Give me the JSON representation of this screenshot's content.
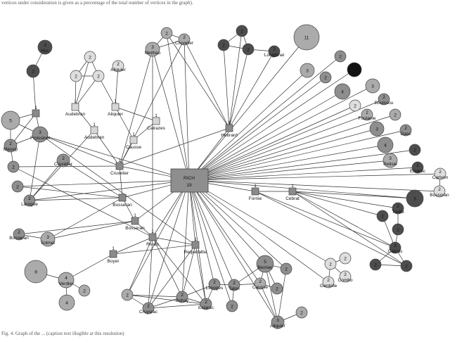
{
  "caption_top": "vertices under consideration is given as a percentage of the total number of vertices in the graph).",
  "caption_bottom": "Fig. 4. Graph of the ... (caption text illegible at this resolution)",
  "colors": {
    "dark": "#4d4d4d",
    "black": "#111111",
    "mid": "#8e8e8e",
    "light": "#ababab",
    "pale": "#dedede",
    "square": "#8a8a8a",
    "pale_square": "#d6d6d6"
  },
  "nodes": [
    {
      "id": "rich",
      "shape": "rect",
      "n": "19",
      "label": "RICH",
      "shade": "mid"
    },
    {
      "id": "huc",
      "shape": "circle",
      "n": "3",
      "label": "Huc",
      "shade": "dark"
    },
    {
      "id": "c2a",
      "shape": "circle",
      "n": "2",
      "label": "",
      "shade": "dark"
    },
    {
      "id": "s1a",
      "shape": "square",
      "n": "1",
      "label": "",
      "shade": "square"
    },
    {
      "id": "c5",
      "shape": "circle",
      "n": "5",
      "label": "",
      "shade": "light"
    },
    {
      "id": "frois",
      "shape": "circle",
      "n": "3",
      "label": "Froissinel",
      "shade": "mid"
    },
    {
      "id": "massip",
      "shape": "circle",
      "n": "2",
      "label": "Massip",
      "shade": "mid"
    },
    {
      "id": "c2b",
      "shape": "circle",
      "n": "2",
      "label": "",
      "shade": "mid"
    },
    {
      "id": "cruv1",
      "shape": "circle",
      "n": "2",
      "label": "Cruvelier",
      "shade": "mid"
    },
    {
      "id": "c2c",
      "shape": "circle",
      "n": "2",
      "label": "",
      "shade": "mid"
    },
    {
      "id": "larogue",
      "shape": "circle",
      "n": "2",
      "label": "Larogue",
      "shade": "mid"
    },
    {
      "id": "p1",
      "shape": "circle",
      "n": "2",
      "label": "",
      "shade": "pale"
    },
    {
      "id": "p2",
      "shape": "circle",
      "n": "2",
      "label": "",
      "shade": "pale"
    },
    {
      "id": "p3",
      "shape": "circle",
      "n": "2",
      "label": "",
      "shade": "pale"
    },
    {
      "id": "aliqc",
      "shape": "circle",
      "n": "2",
      "label": "Aliquier",
      "shade": "pale"
    },
    {
      "id": "aude1",
      "shape": "square",
      "n": "1",
      "label": "Audebran",
      "shade": "pale_square"
    },
    {
      "id": "aliqs",
      "shape": "square",
      "n": "1",
      "label": "Aliquier",
      "shade": "pale_square"
    },
    {
      "id": "aude2",
      "shape": "square",
      "n": "1",
      "label": "Audebran",
      "shade": "pale_square"
    },
    {
      "id": "cairazes",
      "shape": "square",
      "n": "1",
      "label": "Cairazes",
      "shade": "pale_square"
    },
    {
      "id": "causses",
      "shape": "square",
      "n": "1",
      "label": "Causse",
      "shade": "pale_square"
    },
    {
      "id": "cruvs",
      "shape": "square",
      "n": "1",
      "label": "Cruvelier",
      "shade": "square"
    },
    {
      "id": "t2a",
      "shape": "circle",
      "n": "2",
      "label": "",
      "shade": "light"
    },
    {
      "id": "cruv2",
      "shape": "circle",
      "n": "2",
      "label": "Cruvelier",
      "shade": "light"
    },
    {
      "id": "meilhau",
      "shape": "circle",
      "n": "3",
      "label": "Meilhau",
      "shade": "light"
    },
    {
      "id": "d1",
      "shape": "circle",
      "n": "2",
      "label": "",
      "shade": "dark"
    },
    {
      "id": "d2",
      "shape": "circle",
      "n": "2",
      "label": "",
      "shade": "dark"
    },
    {
      "id": "d3",
      "shape": "circle",
      "n": "2",
      "label": "",
      "shade": "dark"
    },
    {
      "id": "longbinal",
      "shape": "circle",
      "n": "2",
      "label": "Longbinal",
      "shade": "dark"
    },
    {
      "id": "hebrard",
      "shape": "square",
      "n": "1",
      "label": "Hebrard",
      "shade": "square"
    },
    {
      "id": "c11",
      "shape": "circle",
      "n": "11",
      "label": "",
      "shade": "light"
    },
    {
      "id": "r1",
      "shape": "circle",
      "n": "2",
      "label": "",
      "shade": "mid"
    },
    {
      "id": "r2",
      "shape": "circle",
      "n": "3",
      "label": "",
      "shade": "light"
    },
    {
      "id": "r3",
      "shape": "circle",
      "n": "",
      "label": "",
      "shade": "black"
    },
    {
      "id": "r4",
      "shape": "circle",
      "n": "2",
      "label": "",
      "shade": "mid"
    },
    {
      "id": "r5",
      "shape": "circle",
      "n": "4",
      "label": "",
      "shade": "mid"
    },
    {
      "id": "r6",
      "shape": "circle",
      "n": "3",
      "label": "",
      "shade": "light"
    },
    {
      "id": "bouissou",
      "shape": "circle",
      "n": "2",
      "label": "Bouissou",
      "shade": "mid"
    },
    {
      "id": "r7",
      "shape": "circle",
      "n": "2",
      "label": "",
      "shade": "pale"
    },
    {
      "id": "foutanie",
      "shape": "circle",
      "n": "2",
      "label": "Foutanie",
      "shade": "light"
    },
    {
      "id": "r8",
      "shape": "circle",
      "n": "2",
      "label": "",
      "shade": "light"
    },
    {
      "id": "r9",
      "shape": "circle",
      "n": "3",
      "label": "",
      "shade": "mid"
    },
    {
      "id": "gasc",
      "shape": "circle",
      "n": "2",
      "label": "Gasc",
      "shade": "mid"
    },
    {
      "id": "r10",
      "shape": "circle",
      "n": "4",
      "label": "",
      "shade": "mid"
    },
    {
      "id": "r11",
      "shape": "circle",
      "n": "2",
      "label": "",
      "shade": "dark"
    },
    {
      "id": "relisie",
      "shape": "circle",
      "n": "3",
      "label": "Relisie",
      "shade": "light"
    },
    {
      "id": "estarac1",
      "shape": "circle",
      "n": "2",
      "label": "Estarac",
      "shade": "dark"
    },
    {
      "id": "carlvon",
      "shape": "circle",
      "n": "2",
      "label": "Carlvon",
      "shade": "pale"
    },
    {
      "id": "bossoran",
      "shape": "circle",
      "n": "2",
      "label": "Bossoran",
      "shade": "pale"
    },
    {
      "id": "fornie",
      "shape": "square",
      "n": "1",
      "label": "Fornie",
      "shade": "square"
    },
    {
      "id": "cebrat",
      "shape": "square",
      "n": "1",
      "label": "Cebrat",
      "shade": "square"
    },
    {
      "id": "k3",
      "shape": "circle",
      "n": "3",
      "label": "",
      "shade": "dark"
    },
    {
      "id": "treille",
      "shape": "circle",
      "n": "2",
      "label": "Treille",
      "shade": "dark"
    },
    {
      "id": "k1",
      "shape": "circle",
      "n": "2",
      "label": "",
      "shade": "dark"
    },
    {
      "id": "k2",
      "shape": "circle",
      "n": "2",
      "label": "",
      "shade": "dark"
    },
    {
      "id": "cabras",
      "shape": "circle",
      "n": "2",
      "label": "Cabras",
      "shade": "dark"
    },
    {
      "id": "k4",
      "shape": "circle",
      "n": "2",
      "label": "",
      "shade": "dark"
    },
    {
      "id": "k5",
      "shape": "circle",
      "n": "2",
      "label": "",
      "shade": "dark"
    },
    {
      "id": "g1",
      "shape": "circle",
      "n": "2",
      "label": "",
      "shade": "pale"
    },
    {
      "id": "g2",
      "shape": "circle",
      "n": "2",
      "label": "",
      "shade": "pale"
    },
    {
      "id": "combo",
      "shape": "circle",
      "n": "2",
      "label": "Combo",
      "shade": "pale"
    },
    {
      "id": "gardelle",
      "shape": "circle",
      "n": "2",
      "label": "Gardelle",
      "shade": "pale"
    },
    {
      "id": "boss1",
      "shape": "square",
      "n": "",
      "label": "Bosseran",
      "shade": "square"
    },
    {
      "id": "boss2",
      "shape": "square",
      "n": "1",
      "label": "Bosseran",
      "shade": "square"
    },
    {
      "id": "rivals",
      "shape": "square",
      "n": "1",
      "label": "Rivals",
      "shade": "square"
    },
    {
      "id": "requetalba",
      "shape": "square",
      "n": "1",
      "label": "Requetalba",
      "shade": "square"
    },
    {
      "id": "boyer",
      "shape": "square",
      "n": "1",
      "label": "Boyer",
      "shade": "square"
    },
    {
      "id": "bossc",
      "shape": "circle",
      "n": "2",
      "label": "Bosseran",
      "shade": "mid"
    },
    {
      "id": "solmet",
      "shape": "circle",
      "n": "3",
      "label": "Solmet",
      "shade": "light"
    },
    {
      "id": "c8",
      "shape": "circle",
      "n": "8",
      "label": "",
      "shade": "light"
    },
    {
      "id": "verdier",
      "shape": "circle",
      "n": "4",
      "label": "Verdier",
      "shade": "light"
    },
    {
      "id": "v2",
      "shape": "circle",
      "n": "2",
      "label": "",
      "shade": "light"
    },
    {
      "id": "v4",
      "shape": "circle",
      "n": "4",
      "label": "",
      "shade": "light"
    },
    {
      "id": "b1",
      "shape": "circle",
      "n": "2",
      "label": "",
      "shade": "light"
    },
    {
      "id": "cruysrac",
      "shape": "circle",
      "n": "2",
      "label": "Cruysrac",
      "shade": "mid"
    },
    {
      "id": "sohay",
      "shape": "circle",
      "n": "2",
      "label": "Sohay",
      "shade": "mid"
    },
    {
      "id": "estarac2",
      "shape": "circle",
      "n": "2",
      "label": "Estarac",
      "shade": "mid"
    },
    {
      "id": "limoges",
      "shape": "circle",
      "n": "2",
      "label": "Limoges",
      "shade": "mid"
    },
    {
      "id": "talon",
      "shape": "circle",
      "n": "2",
      "label": "Talon",
      "shade": "mid"
    },
    {
      "id": "bernier",
      "shape": "circle",
      "n": "5",
      "label": "Bernier",
      "shade": "mid"
    },
    {
      "id": "b2",
      "shape": "circle",
      "n": "2",
      "label": "",
      "shade": "mid"
    },
    {
      "id": "causse2",
      "shape": "circle",
      "n": "2",
      "label": "Causse",
      "shade": "light"
    },
    {
      "id": "b3",
      "shape": "circle",
      "n": "2",
      "label": "",
      "shade": "mid"
    },
    {
      "id": "b4",
      "shape": "circle",
      "n": "2",
      "label": "",
      "shade": "mid"
    },
    {
      "id": "aliq3",
      "shape": "circle",
      "n": "3",
      "label": "Aliquier",
      "shade": "mid"
    },
    {
      "id": "b5",
      "shape": "circle",
      "n": "2",
      "label": "",
      "shade": "light"
    }
  ],
  "edges": [
    [
      "huc",
      "c2a"
    ],
    [
      "c2a",
      "s1a"
    ],
    [
      "s1a",
      "c5"
    ],
    [
      "s1a",
      "frois"
    ],
    [
      "s1a",
      "massip"
    ],
    [
      "c5",
      "frois"
    ],
    [
      "c5",
      "massip"
    ],
    [
      "massip",
      "frois"
    ],
    [
      "massip",
      "c2b"
    ],
    [
      "frois",
      "rich"
    ],
    [
      "frois",
      "cruvs"
    ],
    [
      "frois",
      "requetalba"
    ],
    [
      "frois",
      "larogue"
    ],
    [
      "c2b",
      "cruvs"
    ],
    [
      "c2b",
      "rivals"
    ],
    [
      "c2c",
      "rich"
    ],
    [
      "c2c",
      "boss1"
    ],
    [
      "larogue",
      "rich"
    ],
    [
      "larogue",
      "boss1"
    ],
    [
      "larogue",
      "aude2"
    ],
    [
      "cruv1",
      "boss1"
    ],
    [
      "cruv1",
      "larogue"
    ],
    [
      "p1",
      "p2"
    ],
    [
      "p1",
      "p3"
    ],
    [
      "p2",
      "p3"
    ],
    [
      "p2",
      "aude1"
    ],
    [
      "p1",
      "aude1"
    ],
    [
      "p3",
      "aude1"
    ],
    [
      "p3",
      "aliqs"
    ],
    [
      "aliqc",
      "aliqs"
    ],
    [
      "aliqs",
      "cairazes"
    ],
    [
      "aliqs",
      "causses"
    ],
    [
      "aude1",
      "aude2"
    ],
    [
      "aude2",
      "cruvs"
    ],
    [
      "cairazes",
      "causses"
    ],
    [
      "causses",
      "cruvs"
    ],
    [
      "cruvs",
      "rich"
    ],
    [
      "cruvs",
      "boss1"
    ],
    [
      "cruvs",
      "hebrard"
    ],
    [
      "cruvs",
      "meilhau"
    ],
    [
      "cruvs",
      "cruv2"
    ],
    [
      "t2a",
      "cruv2"
    ],
    [
      "t2a",
      "meilhau"
    ],
    [
      "meilhau",
      "cruv2"
    ],
    [
      "t2a",
      "rich"
    ],
    [
      "cruv2",
      "rich"
    ],
    [
      "meilhau",
      "rich"
    ],
    [
      "t2a",
      "hebrard"
    ],
    [
      "cruv2",
      "hebrard"
    ],
    [
      "meilhau",
      "rivals"
    ],
    [
      "d1",
      "d2"
    ],
    [
      "d1",
      "d3"
    ],
    [
      "d2",
      "d3"
    ],
    [
      "d3",
      "longbinal"
    ],
    [
      "d1",
      "hebrard"
    ],
    [
      "d2",
      "hebrard"
    ],
    [
      "d3",
      "hebrard"
    ],
    [
      "longbinal",
      "hebrard"
    ],
    [
      "hebrard",
      "rich"
    ],
    [
      "c11",
      "rich"
    ],
    [
      "r1",
      "rich"
    ],
    [
      "r2",
      "rich"
    ],
    [
      "r3",
      "rich"
    ],
    [
      "r4",
      "rich"
    ],
    [
      "r5",
      "rich"
    ],
    [
      "r6",
      "rich"
    ],
    [
      "bouissou",
      "rich"
    ],
    [
      "r7",
      "rich"
    ],
    [
      "foutanie",
      "rich"
    ],
    [
      "r8",
      "rich"
    ],
    [
      "r9",
      "rich"
    ],
    [
      "gasc",
      "rich"
    ],
    [
      "r10",
      "rich"
    ],
    [
      "r11",
      "rich"
    ],
    [
      "relisie",
      "rich"
    ],
    [
      "estarac1",
      "rich"
    ],
    [
      "carlvon",
      "rich"
    ],
    [
      "bossoran",
      "rich"
    ],
    [
      "carlvon",
      "bossoran"
    ],
    [
      "k3",
      "rich"
    ],
    [
      "fornie",
      "rich"
    ],
    [
      "fornie",
      "cebrat"
    ],
    [
      "cebrat",
      "treille"
    ],
    [
      "cebrat",
      "k1"
    ],
    [
      "cebrat",
      "cabras"
    ],
    [
      "cebrat",
      "k5"
    ],
    [
      "fornie",
      "cabras"
    ],
    [
      "fornie",
      "k5"
    ],
    [
      "cebrat",
      "k3"
    ],
    [
      "treille",
      "k2"
    ],
    [
      "k1",
      "cabras"
    ],
    [
      "k2",
      "cabras"
    ],
    [
      "cabras",
      "k4"
    ],
    [
      "cabras",
      "k5"
    ],
    [
      "k4",
      "k5"
    ],
    [
      "g1",
      "g2"
    ],
    [
      "g1",
      "combo"
    ],
    [
      "g1",
      "gardelle"
    ],
    [
      "g1",
      "rich"
    ],
    [
      "gardelle",
      "rich"
    ],
    [
      "boss1",
      "rich"
    ],
    [
      "boss1",
      "boss2"
    ],
    [
      "boss2",
      "rich"
    ],
    [
      "boss2",
      "rivals"
    ],
    [
      "boss2",
      "bossc"
    ],
    [
      "boss2",
      "solmet"
    ],
    [
      "boss1",
      "solmet"
    ],
    [
      "bossc",
      "solmet"
    ],
    [
      "rivals",
      "rich"
    ],
    [
      "rivals",
      "requetalba"
    ],
    [
      "requetalba",
      "rich"
    ],
    [
      "boyer",
      "rivals"
    ],
    [
      "boyer",
      "requetalba"
    ],
    [
      "boyer",
      "verdier"
    ],
    [
      "c8",
      "verdier"
    ],
    [
      "verdier",
      "v2"
    ],
    [
      "verdier",
      "v4"
    ],
    [
      "rivals",
      "b1"
    ],
    [
      "rivals",
      "cruysrac"
    ],
    [
      "rivals",
      "sohay"
    ],
    [
      "rivals",
      "estarac2"
    ],
    [
      "requetalba",
      "sohay"
    ],
    [
      "requetalba",
      "estarac2"
    ],
    [
      "requetalba",
      "cruysrac"
    ],
    [
      "b1",
      "cruysrac"
    ],
    [
      "b1",
      "sohay"
    ],
    [
      "b1",
      "estarac2"
    ],
    [
      "cruysrac",
      "sohay"
    ],
    [
      "sohay",
      "estarac2"
    ],
    [
      "sohay",
      "limoges"
    ],
    [
      "estarac2",
      "limoges"
    ],
    [
      "cruysrac",
      "estarac2"
    ],
    [
      "rich",
      "sohay"
    ],
    [
      "rich",
      "estarac2"
    ],
    [
      "rich",
      "b1"
    ],
    [
      "rich",
      "cruysrac"
    ],
    [
      "limoges",
      "talon"
    ],
    [
      "talon",
      "bernier"
    ],
    [
      "talon",
      "causse2"
    ],
    [
      "bernier",
      "causse2"
    ],
    [
      "bernier",
      "b2"
    ],
    [
      "bernier",
      "b3"
    ],
    [
      "causse2",
      "b3"
    ],
    [
      "talon",
      "b4"
    ],
    [
      "aliq3",
      "bernier"
    ],
    [
      "aliq3",
      "b5"
    ],
    [
      "aliq3",
      "b2"
    ],
    [
      "aliq3",
      "causse2"
    ],
    [
      "rich",
      "talon"
    ],
    [
      "rich",
      "bernier"
    ],
    [
      "rich",
      "causse2"
    ],
    [
      "rich",
      "b4"
    ],
    [
      "rich",
      "aliq3"
    ],
    [
      "rich",
      "b2"
    ],
    [
      "rich",
      "limoges"
    ]
  ]
}
